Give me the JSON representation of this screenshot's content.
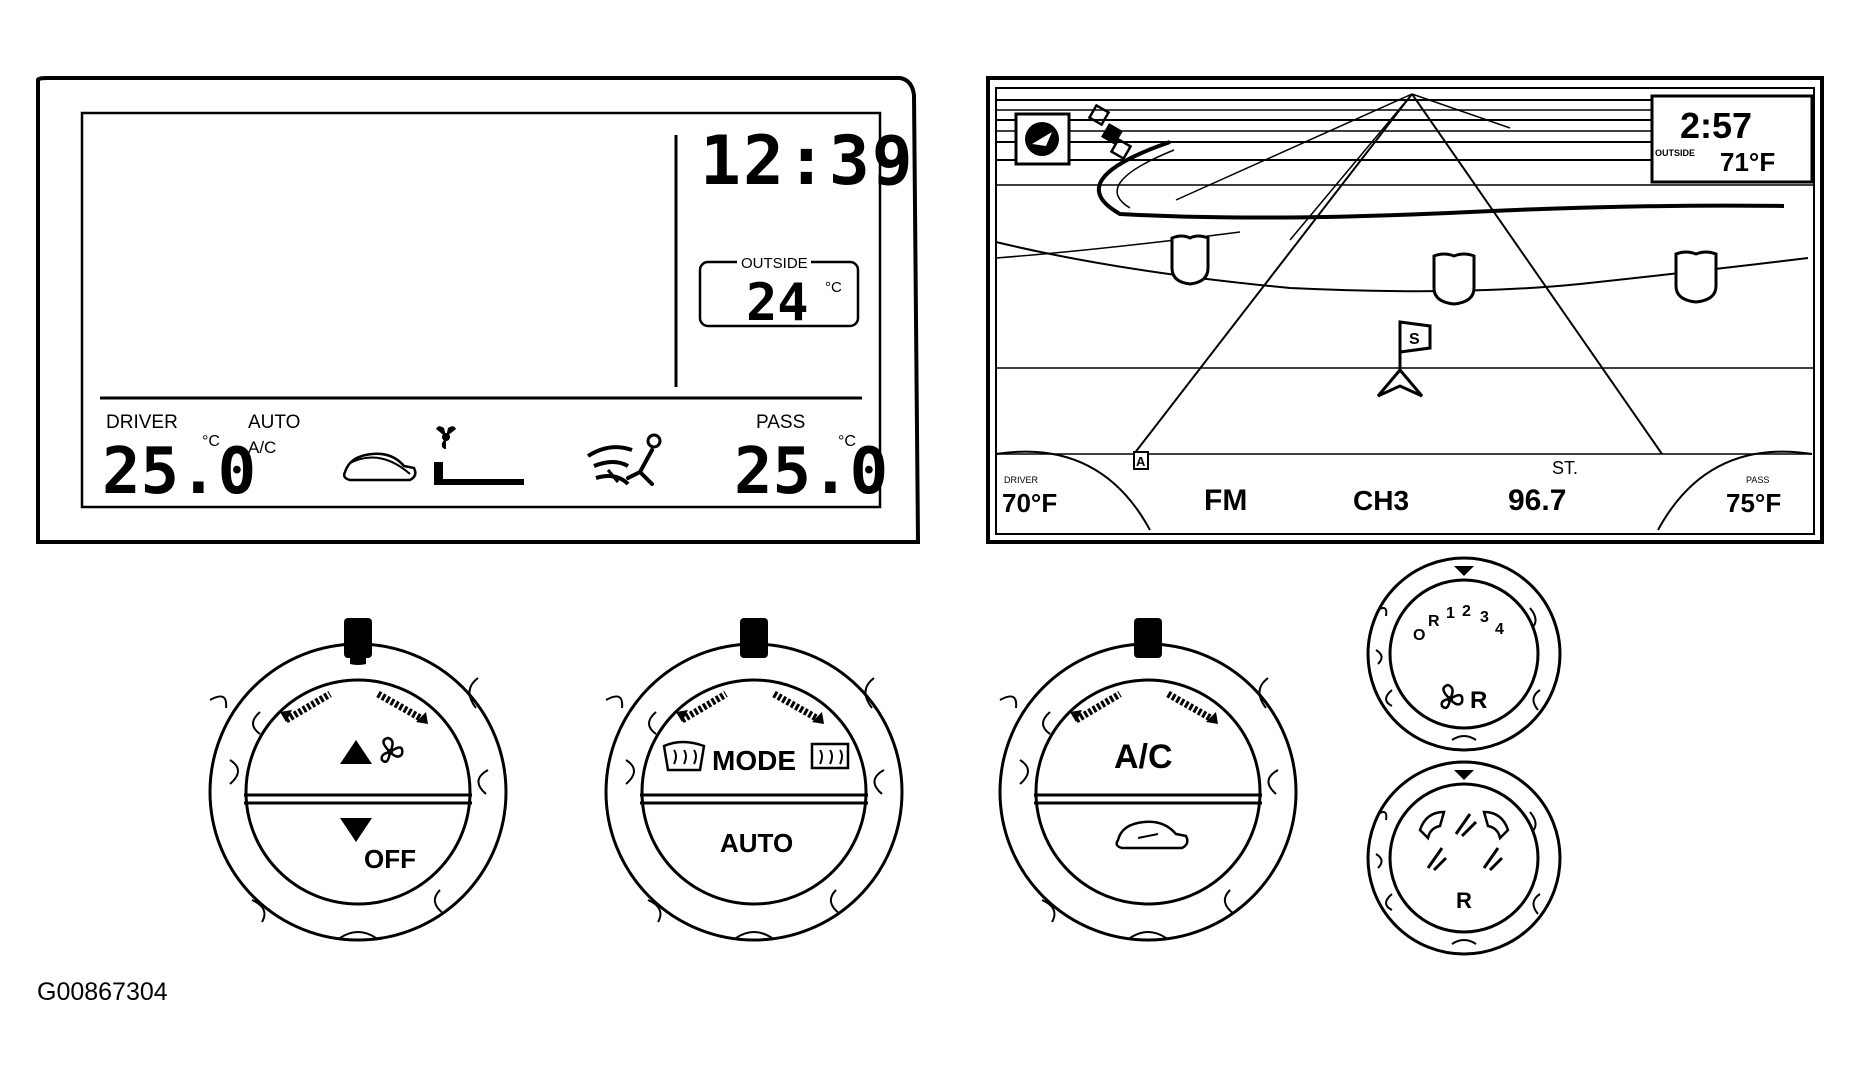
{
  "left_display": {
    "clock": "12:39",
    "outside_label": "OUTSIDE",
    "outside_temp": "24",
    "outside_unit": "°C",
    "driver_label": "DRIVER",
    "driver_temp": "25.0",
    "driver_unit": "°C",
    "auto_label": "AUTO",
    "ac_label": "A/C",
    "pass_label": "PASS",
    "pass_temp": "25.0",
    "pass_unit": "°C"
  },
  "nav_display": {
    "clock": "2:57",
    "outside_label": "OUTSIDE",
    "outside_temp": "71°F",
    "driver_label": "DRIVER",
    "driver_temp": "70°F",
    "band": "FM",
    "channel": "CH3",
    "stereo_label": "ST.",
    "frequency": "96.7",
    "pass_label": "PASS",
    "pass_temp": "75°F",
    "preset_badge": "A",
    "flag_label": "S"
  },
  "knobs": {
    "fan": {
      "off_label": "OFF"
    },
    "mode": {
      "mode_label": "MODE",
      "auto_label": "AUTO"
    },
    "ac": {
      "ac_label": "A/C"
    }
  },
  "rear_knobs": {
    "fan": {
      "speeds": [
        "O",
        "R",
        "1",
        "2",
        "3",
        "4"
      ],
      "rear_label": "R"
    },
    "vent": {
      "rear_label": "R"
    }
  },
  "figure_id": "G00867304",
  "icons": [
    "fan-icon",
    "recirculation-icon",
    "defrost-icon",
    "rear-defrost-icon",
    "airflow-icon",
    "satellite-icon",
    "compass-icon",
    "highway-shield-icon",
    "vehicle-arrow-icon"
  ]
}
